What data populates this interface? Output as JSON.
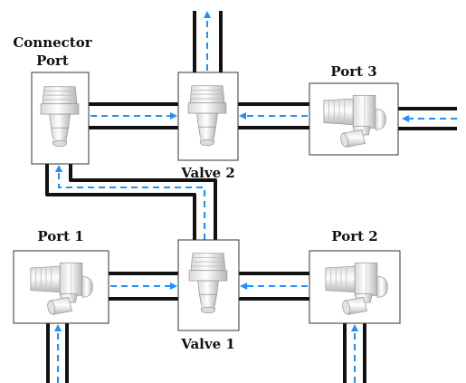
{
  "labels": {
    "connector_port_line1": "Connector",
    "connector_port_line2": "Port",
    "valve_2": "Valve 2",
    "port_3": "Port 3",
    "port_1": "Port 1",
    "port_2": "Port 2",
    "valve_1": "Valve 1"
  },
  "colors": {
    "tube": "#111111",
    "flow_arrow": "#1e90ff",
    "box_border": "#333333",
    "fitting_light": "#f4f4f4",
    "fitting_shadow": "#bdbdbd"
  },
  "icons": {
    "straight_fitting": "straight-barb-fitting-icon",
    "elbow_fitting": "elbow-barb-fitting-icon",
    "flow": "flow-arrow-icon"
  }
}
